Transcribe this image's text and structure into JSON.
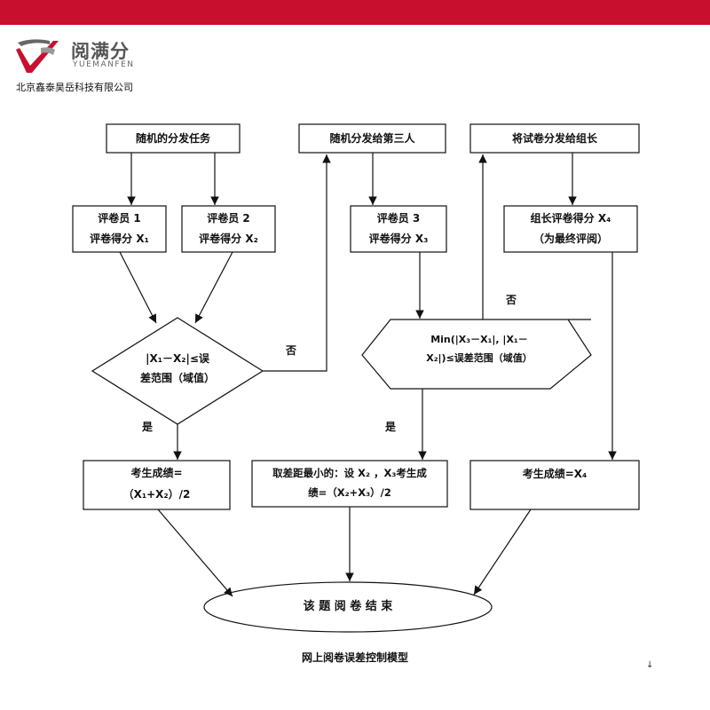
{
  "brand": {
    "name_cn": "阅满分",
    "name_en": "YUEMANFEN",
    "company": "北京鑫泰昊岳科技有限公司",
    "accent_color": "#c8102e"
  },
  "nodes": {
    "random_dispatch": "随机的分发任务",
    "dispatch_third": "随机分发给第三人",
    "send_leader": "将试卷分发给组长",
    "grader1_line1": "评卷员 1",
    "grader1_line2": "评卷得分 X₁",
    "grader2_line1": "评卷员 2",
    "grader2_line2": "评卷得分 X₂",
    "grader3_line1": "评卷员 3",
    "grader3_line2": "评卷得分 X₃",
    "leader_line1": "组长评卷得分 X₄",
    "leader_line2": "（为最终评阅）",
    "decision1_line1": "|X₁－X₂|≤误",
    "decision1_line2": "差范围（域值）",
    "decision2_line1": "Min(|X₃－X₁|, |X₁－",
    "decision2_line2": "X₂|)≤误差范围（域值）",
    "score_avg_line1": "考生成绩=",
    "score_avg_line2": "（X₁+X₂）/2",
    "score_min_line1": "取差距最小的：设 X₂ ，X₃考生成",
    "score_min_line2": "绩=（X₂+X₃）/2",
    "score_leader": "考生成绩=X₄",
    "end": "该 题 阅 卷 结 束"
  },
  "edge_labels": {
    "no1": "否",
    "no2": "否",
    "yes1": "是",
    "yes2": "是"
  },
  "caption": "网上阅卷误差控制模型",
  "corner_mark": "↓"
}
